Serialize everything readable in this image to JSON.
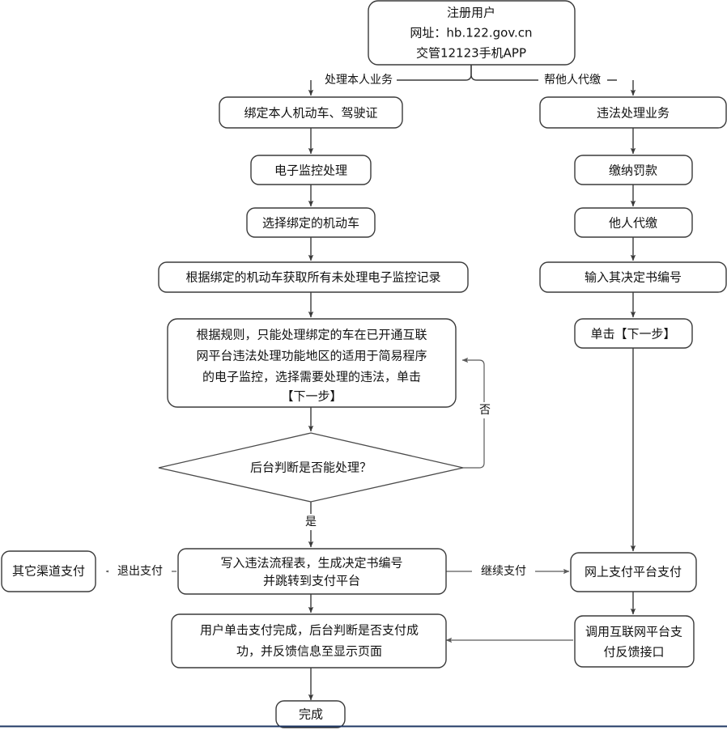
{
  "chart_data": {
    "type": "diagram",
    "title": "互联网交通违法处理流程图",
    "nodes": [
      {
        "id": "start",
        "shape": "rounded-rect",
        "lines": [
          "注册用户",
          "网址：hb.122.gov.cn",
          "交管12123手机APP"
        ]
      },
      {
        "id": "bind",
        "shape": "rounded-rect",
        "lines": [
          "绑定本人机动车、驾驶证"
        ]
      },
      {
        "id": "monitor",
        "shape": "rounded-rect",
        "lines": [
          "电子监控处理"
        ]
      },
      {
        "id": "selectcar",
        "shape": "rounded-rect",
        "lines": [
          "选择绑定的机动车"
        ]
      },
      {
        "id": "fetch",
        "shape": "rounded-rect",
        "lines": [
          "根据绑定的机动车获取所有未处理电子监控记录"
        ]
      },
      {
        "id": "rule",
        "shape": "rounded-rect",
        "lines": [
          "根据规则，只能处理绑定的车在已开通互联",
          "网平台违法处理功能地区的适用于简易程序",
          "的电子监控，选择需要处理的违法，单击",
          "【下一步】"
        ]
      },
      {
        "id": "decision",
        "shape": "diamond",
        "lines": [
          "后台判断是否能处理？"
        ]
      },
      {
        "id": "write",
        "shape": "rounded-rect",
        "lines": [
          "写入违法流程表，生成决定书编号",
          "并跳转到支付平台"
        ]
      },
      {
        "id": "otherpay",
        "shape": "rounded-rect",
        "lines": [
          "其它渠道支付"
        ]
      },
      {
        "id": "paydone",
        "shape": "rounded-rect",
        "lines": [
          "用户单击支付完成，后台判断是否支付成",
          "功，并反馈信息至显示页面"
        ]
      },
      {
        "id": "finish",
        "shape": "rounded-rect",
        "lines": [
          "完成"
        ]
      },
      {
        "id": "illegal",
        "shape": "rounded-rect",
        "lines": [
          "违法处理业务"
        ]
      },
      {
        "id": "payfine",
        "shape": "rounded-rect",
        "lines": [
          "缴纳罚款"
        ]
      },
      {
        "id": "proxy",
        "shape": "rounded-rect",
        "lines": [
          "他人代缴"
        ]
      },
      {
        "id": "inputno",
        "shape": "rounded-rect",
        "lines": [
          "输入其决定书编号"
        ]
      },
      {
        "id": "nextstep",
        "shape": "rounded-rect",
        "lines": [
          "单击【下一步】"
        ]
      },
      {
        "id": "onlinepay",
        "shape": "rounded-rect",
        "lines": [
          "网上支付平台支付"
        ]
      },
      {
        "id": "feedback",
        "shape": "rounded-rect",
        "lines": [
          "调用互联网平台支",
          "付反馈接口"
        ]
      }
    ],
    "edge_labels": {
      "self_service": "处理本人业务",
      "proxy_service": "帮他人代缴",
      "no": "否",
      "yes": "是",
      "quit_pay": "退出支付",
      "continue_pay": "继续支付"
    },
    "edges": [
      {
        "from": "start",
        "to": "bind",
        "label": "处理本人业务"
      },
      {
        "from": "start",
        "to": "illegal",
        "label": "帮他人代缴"
      },
      {
        "from": "bind",
        "to": "monitor",
        "label": ""
      },
      {
        "from": "monitor",
        "to": "selectcar",
        "label": ""
      },
      {
        "from": "selectcar",
        "to": "fetch",
        "label": ""
      },
      {
        "from": "fetch",
        "to": "rule",
        "label": ""
      },
      {
        "from": "rule",
        "to": "decision",
        "label": ""
      },
      {
        "from": "decision",
        "to": "rule",
        "label": "否"
      },
      {
        "from": "decision",
        "to": "write",
        "label": "是"
      },
      {
        "from": "write",
        "to": "otherpay",
        "label": "退出支付"
      },
      {
        "from": "write",
        "to": "onlinepay",
        "label": "继续支付"
      },
      {
        "from": "write",
        "to": "paydone",
        "label": ""
      },
      {
        "from": "paydone",
        "to": "finish",
        "label": ""
      },
      {
        "from": "illegal",
        "to": "payfine",
        "label": ""
      },
      {
        "from": "payfine",
        "to": "proxy",
        "label": ""
      },
      {
        "from": "proxy",
        "to": "inputno",
        "label": ""
      },
      {
        "from": "inputno",
        "to": "nextstep",
        "label": ""
      },
      {
        "from": "nextstep",
        "to": "onlinepay",
        "label": ""
      },
      {
        "from": "onlinepay",
        "to": "feedback",
        "label": ""
      },
      {
        "from": "feedback",
        "to": "paydone",
        "label": ""
      }
    ],
    "colors": {
      "stroke": "#3a3a3a",
      "fill": "#ffffff",
      "text": "#111111",
      "footer_rule": "#1f3864"
    }
  },
  "nodes": {
    "start": {
      "l0": "注册用户",
      "l1": "网址：hb.122.gov.cn",
      "l2": "交管12123手机APP"
    },
    "bind": {
      "l0": "绑定本人机动车、驾驶证"
    },
    "monitor": {
      "l0": "电子监控处理"
    },
    "selectcar": {
      "l0": "选择绑定的机动车"
    },
    "fetch": {
      "l0": "根据绑定的机动车获取所有未处理电子监控记录"
    },
    "rule": {
      "l0": "根据规则，只能处理绑定的车在已开通互联",
      "l1": "网平台违法处理功能地区的适用于简易程序",
      "l2": "的电子监控，选择需要处理的违法，单击",
      "l3": "【下一步】"
    },
    "decision": {
      "l0": "后台判断是否能处理？"
    },
    "write": {
      "l0": "写入违法流程表，生成决定书编号",
      "l1": "并跳转到支付平台"
    },
    "otherpay": {
      "l0": "其它渠道支付"
    },
    "paydone": {
      "l0": "用户单击支付完成，后台判断是否支付成",
      "l1": "功，并反馈信息至显示页面"
    },
    "finish": {
      "l0": "完成"
    },
    "illegal": {
      "l0": "违法处理业务"
    },
    "payfine": {
      "l0": "缴纳罚款"
    },
    "proxy": {
      "l0": "他人代缴"
    },
    "inputno": {
      "l0": "输入其决定书编号"
    },
    "nextstep": {
      "l0": "单击【下一步】"
    },
    "onlinepay": {
      "l0": "网上支付平台支付"
    },
    "feedback": {
      "l0": "调用互联网平台支",
      "l1": "付反馈接口"
    }
  },
  "labels": {
    "self_service": "处理本人业务",
    "proxy_service": "帮他人代缴",
    "no": "否",
    "yes": "是",
    "quit_pay": "退出支付",
    "continue_pay": "继续支付"
  }
}
